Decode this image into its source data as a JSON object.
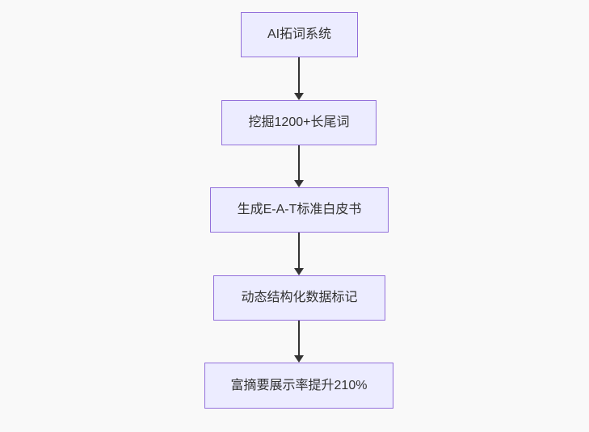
{
  "page": {
    "background_color": "#f9f9f9"
  },
  "diagram": {
    "type": "flowchart",
    "direction": "top-to-bottom",
    "style": {
      "node_fill": "#ECECFF",
      "node_border": "#9370DB",
      "arrow_color": "#333333",
      "text_color": "#333333"
    },
    "nodes": [
      {
        "label": "AI拓词系统"
      },
      {
        "label": "挖掘1200+长尾词"
      },
      {
        "label": "生成E-A-T标准白皮书"
      },
      {
        "label": "动态结构化数据标记"
      },
      {
        "label": "富摘要展示率提升210%"
      }
    ],
    "edges": [
      {
        "from": "AI拓词系统",
        "to": "挖掘1200+长尾词"
      },
      {
        "from": "挖掘1200+长尾词",
        "to": "生成E-A-T标准白皮书"
      },
      {
        "from": "生成E-A-T标准白皮书",
        "to": "动态结构化数据标记"
      },
      {
        "from": "动态结构化数据标记",
        "to": "富摘要展示率提升210%"
      }
    ]
  }
}
